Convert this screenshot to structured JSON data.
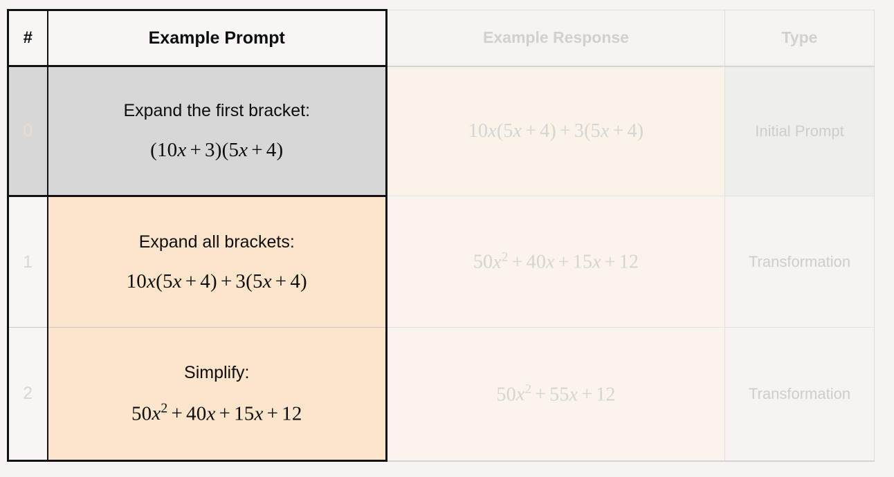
{
  "table": {
    "columns": [
      {
        "key": "index",
        "label": "#",
        "faded": false
      },
      {
        "key": "prompt",
        "label": "Example Prompt",
        "faded": false
      },
      {
        "key": "response",
        "label": "Example Response",
        "faded": true
      },
      {
        "key": "type",
        "label": "Type",
        "faded": true
      }
    ],
    "rows": [
      {
        "index": "0",
        "prompt_title": "Expand the first bracket:",
        "prompt_math_text": "(10x + 3)(5x + 4)",
        "response_math_text": "10x(5x + 4) + 3(5x + 4)",
        "type": "Initial Prompt",
        "highlight": "grey"
      },
      {
        "index": "1",
        "prompt_title": "Expand all brackets:",
        "prompt_math_text": "10x(5x + 4) + 3(5x + 4)",
        "response_math_text": "50x² + 40x + 15x + 12",
        "type": "Transformation",
        "highlight": "peach"
      },
      {
        "index": "2",
        "prompt_title": "Simplify:",
        "prompt_math_text": "50x² + 40x + 15x + 12",
        "response_math_text": "50x² + 55x + 12",
        "type": "Transformation",
        "highlight": "peach"
      }
    ]
  },
  "colors": {
    "page_background": "#f5f4f2",
    "border_strong": "#111111",
    "border_faint": "#dedcda",
    "row0_highlight": "#d7d7d7",
    "peach_highlight": "#fce5ca",
    "response_background": "#faf4ec",
    "faded_text": "#d2d0ce",
    "body_text": "#0d0d0d"
  }
}
